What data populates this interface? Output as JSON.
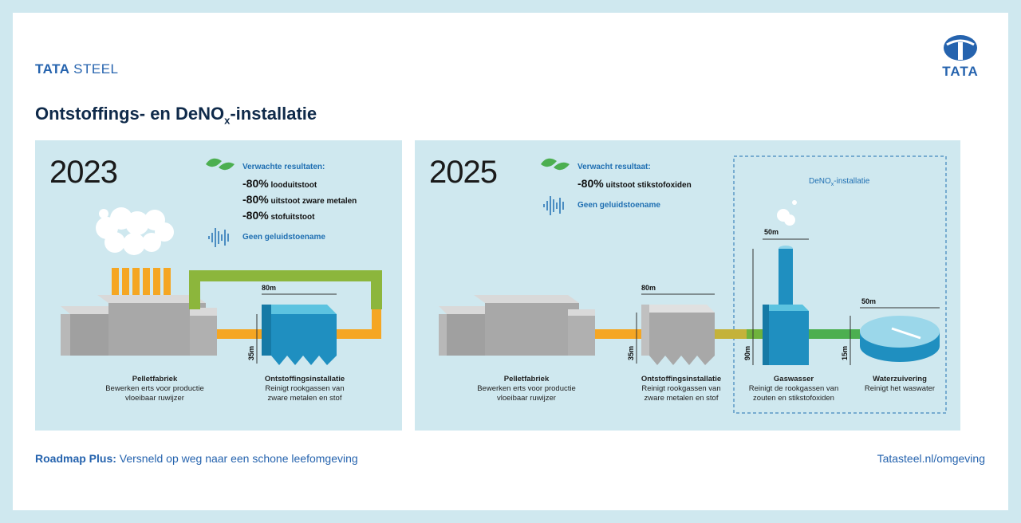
{
  "header": {
    "brand_bold": "TATA",
    "brand_light": "STEEL",
    "logo_word": "TATA",
    "title_main": "Ontstoffings- en DeNO",
    "title_sub": "x",
    "title_tail": "-installatie"
  },
  "panel_2023": {
    "year": "2023",
    "results_heading": "Verwachte resultaten:",
    "results": [
      {
        "pct": "-80%",
        "text": "looduitstoot"
      },
      {
        "pct": "-80%",
        "text": "uitstoot zware metalen"
      },
      {
        "pct": "-80%",
        "text": "stofuitstoot"
      }
    ],
    "noise": "Geen geluidstoename",
    "dim_width": "80m",
    "dim_height": "35m",
    "plant_title": "Pelletfabriek",
    "plant_desc1": "Bewerken erts voor productie",
    "plant_desc2": "vloeibaar ruwijzer",
    "dust_title": "Ontstoffingsinstallatie",
    "dust_desc1": "Reinigt rookgassen van",
    "dust_desc2": "zware metalen en stof"
  },
  "panel_2025": {
    "year": "2025",
    "results_heading": "Verwacht resultaat:",
    "result_pct": "-80%",
    "result_text": "uitstoot stikstofoxiden",
    "noise": "Geen geluidstoename",
    "denox_label_main": "DeNO",
    "denox_label_sub": "x",
    "denox_label_tail": "-installatie",
    "dim_dust_width": "80m",
    "dim_dust_height": "35m",
    "dim_scrubber_width": "50m",
    "dim_scrubber_height": "90m",
    "dim_water_width": "50m",
    "dim_water_height": "15m",
    "plant_title": "Pelletfabriek",
    "plant_desc1": "Bewerken erts voor productie",
    "plant_desc2": "vloeibaar ruwijzer",
    "dust_title": "Ontstoffingsinstallatie",
    "dust_desc1": "Reinigt rookgassen van",
    "dust_desc2": "zware metalen en stof",
    "scrubber_title": "Gaswasser",
    "scrubber_desc1": "Reinigt de rookgassen van",
    "scrubber_desc2": "zouten en stikstofoxiden",
    "water_title": "Waterzuivering",
    "water_desc1": "Reinigt het waswater"
  },
  "footer": {
    "left_bold": "Roadmap Plus:",
    "left_text": " Versneld op weg naar een schone leefomgeving",
    "right": "Tatasteel.nl/omgeving"
  },
  "colors": {
    "brand": "#2563ae",
    "panel": "#cfe8ef",
    "pipe_orange": "#f5a623",
    "pipe_green": "#4caf50",
    "install_blue": "#1f8fc0",
    "gray": "#bdbdbd"
  },
  "icons": [
    "leaf-icon",
    "sound-wave-icon",
    "tata-logo-icon",
    "smoke-icon"
  ]
}
